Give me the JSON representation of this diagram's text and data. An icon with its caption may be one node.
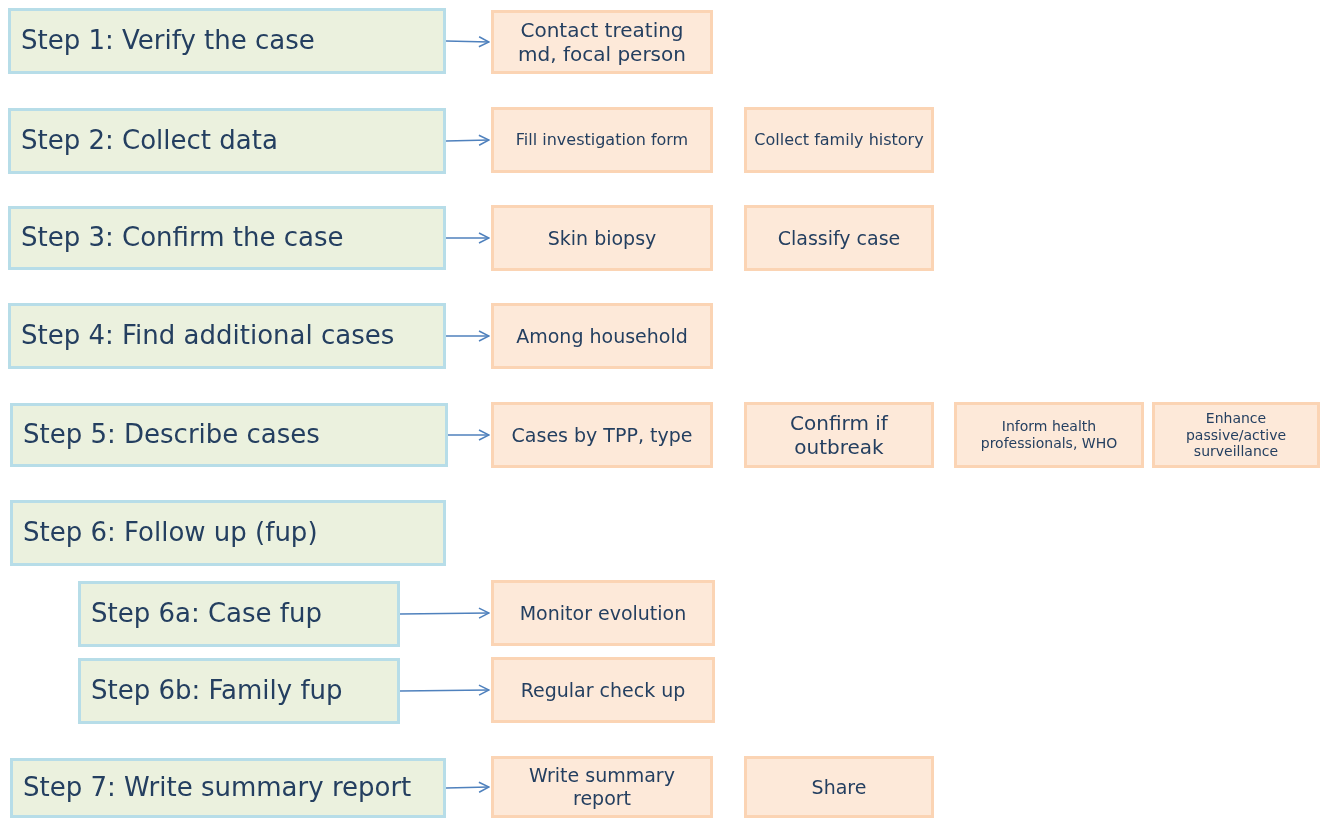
{
  "diagram": {
    "nodes": [
      {
        "text": [
          "Step 1: Verify the case"
        ]
      },
      {
        "text": [
          "Contact treating md, focal person"
        ]
      },
      {
        "text": [
          "Step 2: Collect data"
        ]
      },
      {
        "text": [
          "Fill investigation form"
        ]
      },
      {
        "text": [
          "Collect family history"
        ]
      },
      {
        "text": [
          "Step 3: Confirm the case"
        ]
      },
      {
        "text": [
          "Skin biopsy"
        ]
      },
      {
        "text": [
          "Classify case"
        ]
      },
      {
        "text": [
          "Step 4: Find additional cases"
        ]
      },
      {
        "text": [
          "Among household"
        ]
      },
      {
        "text": [
          "Step 5: Describe cases"
        ]
      },
      {
        "text": [
          "Cases by TPP, type"
        ]
      },
      {
        "text": [
          "Confirm if outbreak"
        ]
      },
      {
        "text": [
          "Inform health professionals, WHO"
        ]
      },
      {
        "text": [
          "Enhance passive/active surveillance"
        ]
      },
      {
        "text": [
          "Step 6: Follow up (fup)"
        ]
      },
      {
        "text": [
          "Step 6a: Case fup"
        ]
      },
      {
        "text": [
          "Monitor evolution"
        ]
      },
      {
        "text": [
          "Step 6b: Family fup"
        ]
      },
      {
        "text": [
          "Regular check up"
        ]
      },
      {
        "text": [
          "Step 7: Write summary report"
        ]
      },
      {
        "text": [
          "Write summary report"
        ]
      },
      {
        "text": [
          "Share"
        ]
      }
    ],
    "edges": [
      {
        "from": 0,
        "to": 1,
        "arrow": "to"
      },
      {
        "from": 2,
        "to": 3,
        "arrow": "to"
      },
      {
        "from": 5,
        "to": 6,
        "arrow": "to"
      },
      {
        "from": 8,
        "to": 9,
        "arrow": "to"
      },
      {
        "from": 10,
        "to": 11,
        "arrow": "to"
      },
      {
        "from": 16,
        "to": 17,
        "arrow": "to"
      },
      {
        "from": 18,
        "to": 19,
        "arrow": "to"
      },
      {
        "from": 20,
        "to": 21,
        "arrow": "to"
      }
    ]
  }
}
